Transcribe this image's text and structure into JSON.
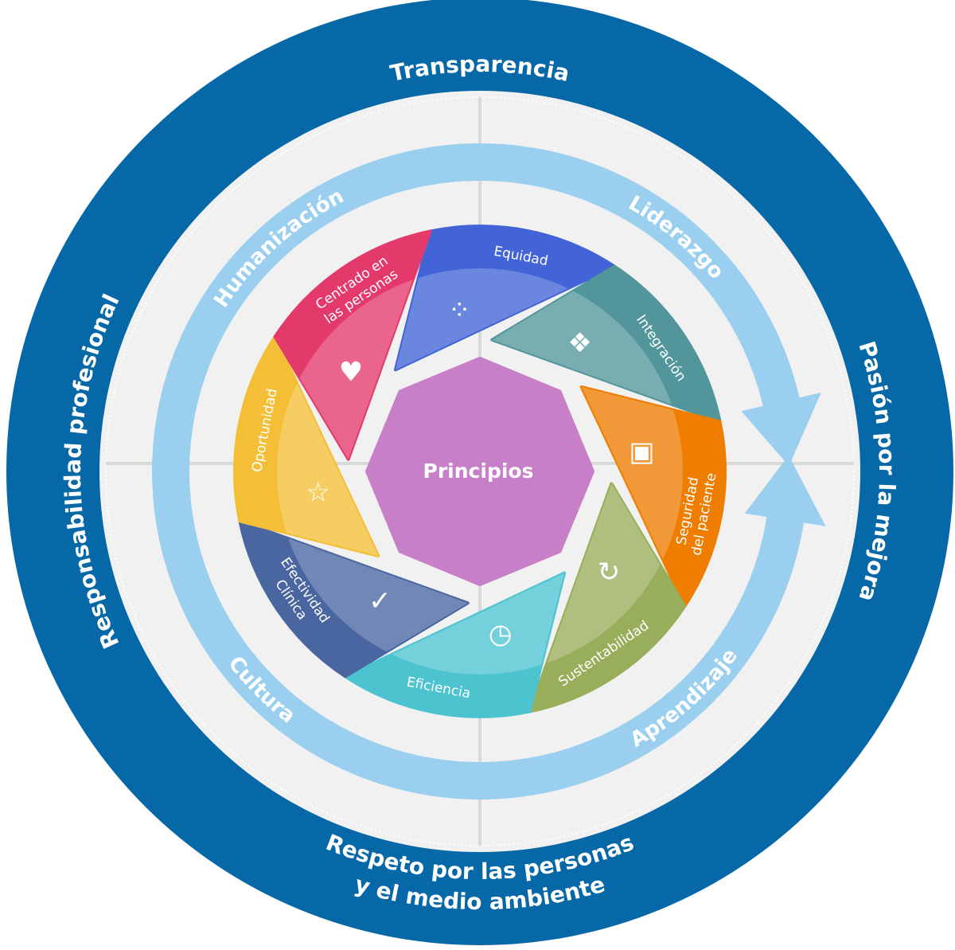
{
  "title": "Principios",
  "colors": {
    "outer_ring": "#0668a7",
    "inner_bg": "#f1f1f1",
    "arrow_ring": "#9acfef",
    "center": "#c780c8",
    "divider": "#d9d9d9"
  },
  "outer_values": {
    "top": "Transparencia",
    "left": "Responsabilidad profesional",
    "right": "Pasión por la mejora",
    "bottom_line1": "Respeto por las personas",
    "bottom_line2": "y el medio ambiente"
  },
  "cycle": {
    "top_left": "Humanización",
    "top_right": "Liderazgo",
    "bottom_right": "Aprendizaje",
    "bottom_left": "Cultura"
  },
  "blades": [
    {
      "lines": [
        "Equidad"
      ],
      "color": "#4264d6",
      "icon": "dots-grid-icon",
      "glyph": "⁘"
    },
    {
      "lines": [
        "Integración"
      ],
      "color": "#52969b",
      "icon": "network-icon",
      "glyph": "❖"
    },
    {
      "lines": [
        "Seguridad",
        "del paciente"
      ],
      "color": "#ee7d00",
      "icon": "clipboard-shield-icon",
      "glyph": "▣"
    },
    {
      "lines": [
        "Sustentabilidad"
      ],
      "color": "#99ae5b",
      "icon": "cycle-icon",
      "glyph": "↻"
    },
    {
      "lines": [
        "Eficiencia"
      ],
      "color": "#4dc3d0",
      "icon": "clock-icon",
      "glyph": "◷"
    },
    {
      "lines": [
        "Efectividad",
        "Clínica"
      ],
      "color": "#4a66a0",
      "icon": "check-circle-icon",
      "glyph": "✓"
    },
    {
      "lines": [
        "Oportunidad"
      ],
      "color": "#f4bf37",
      "icon": "star-icon",
      "glyph": "☆"
    },
    {
      "lines": [
        "Centrado en",
        "las personas"
      ],
      "color": "#e43a6b",
      "icon": "person-heart-icon",
      "glyph": "♥"
    }
  ]
}
